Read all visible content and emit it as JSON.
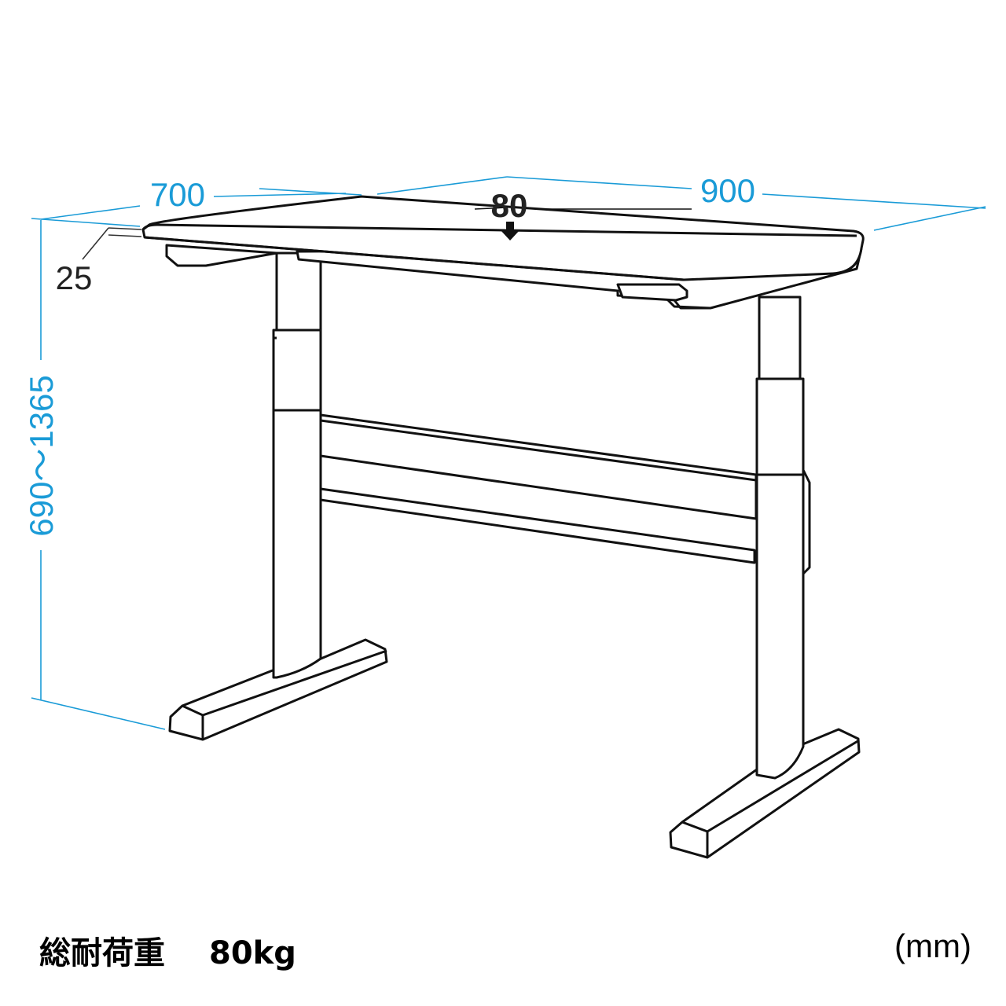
{
  "dimensions": {
    "depth": "700",
    "width": "900",
    "top_thickness": "25",
    "height_range": "690〜1365",
    "load_arrow_value": "80"
  },
  "caption": {
    "load_label": "総耐荷重",
    "load_value": "80kg",
    "unit": "(mm)"
  },
  "colors": {
    "dimension_line": "#1a9bd7",
    "outline": "#111111",
    "background": "#ffffff"
  }
}
